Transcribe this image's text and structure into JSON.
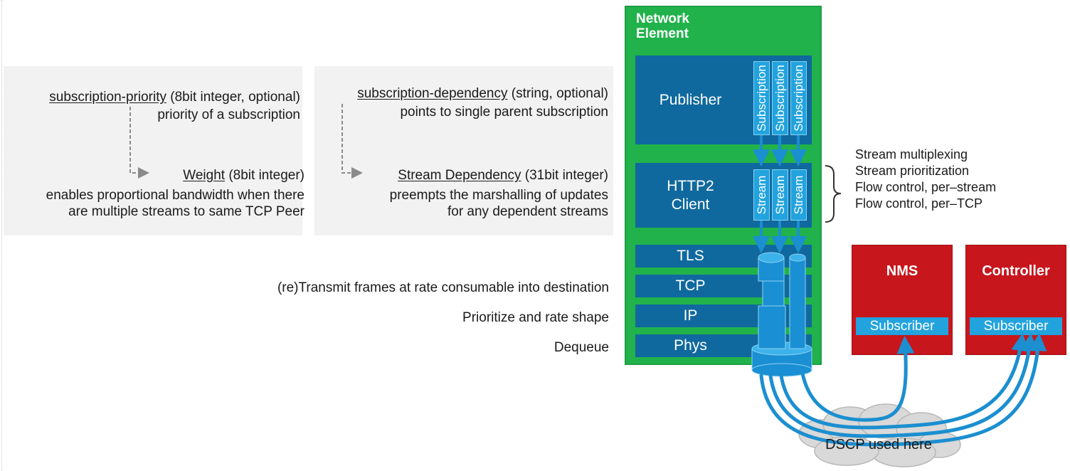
{
  "left_panel": {
    "priority_name": "subscription-priority",
    "priority_detail": " (8bit integer, optional)",
    "priority_desc": "priority of a subscription",
    "weight_name": "Weight",
    "weight_detail": " (8bit integer)",
    "weight_desc_1": "enables proportional bandwidth when there",
    "weight_desc_2": "are multiple streams to same TCP Peer"
  },
  "middle_panel": {
    "dependency_name": "subscription-dependency",
    "dependency_detail": " (string, optional)",
    "dependency_desc": "points to single parent subscription",
    "stream_dep_name": "Stream Dependency",
    "stream_dep_detail": " (31bit integer)",
    "stream_dep_desc_1": "preempts the marshalling of updates",
    "stream_dep_desc_2": "for any dependent streams"
  },
  "layer_notes": {
    "tcp": "(re)Transmit frames at rate consumable into destination",
    "ip": "Prioritize and rate shape",
    "phys": "Dequeue"
  },
  "network_element": {
    "title_line1": "Network",
    "title_line2": "Element",
    "publisher": "Publisher",
    "http2_line1": "HTTP2",
    "http2_line2": "Client",
    "layers": [
      "TLS",
      "TCP",
      "IP",
      "Phys"
    ],
    "subscriptions": [
      "Subscription",
      "Subscription",
      "Subscription"
    ],
    "streams": [
      "Stream",
      "Stream",
      "Stream"
    ]
  },
  "http2_features": [
    "Stream multiplexing",
    "Stream prioritization",
    "Flow control, per–stream",
    "Flow control, per–TCP"
  ],
  "nms": {
    "title": "NMS",
    "subscriber": "Subscriber"
  },
  "controller": {
    "title": "Controller",
    "subscriber": "Subscriber"
  },
  "cloud_label": "DSCP used here",
  "colors": {
    "green": "#21b24b",
    "dark_blue": "#10699e",
    "light_blue": "#22a3de",
    "red": "#c8161d",
    "panel_gray": "#f2f2f2"
  }
}
